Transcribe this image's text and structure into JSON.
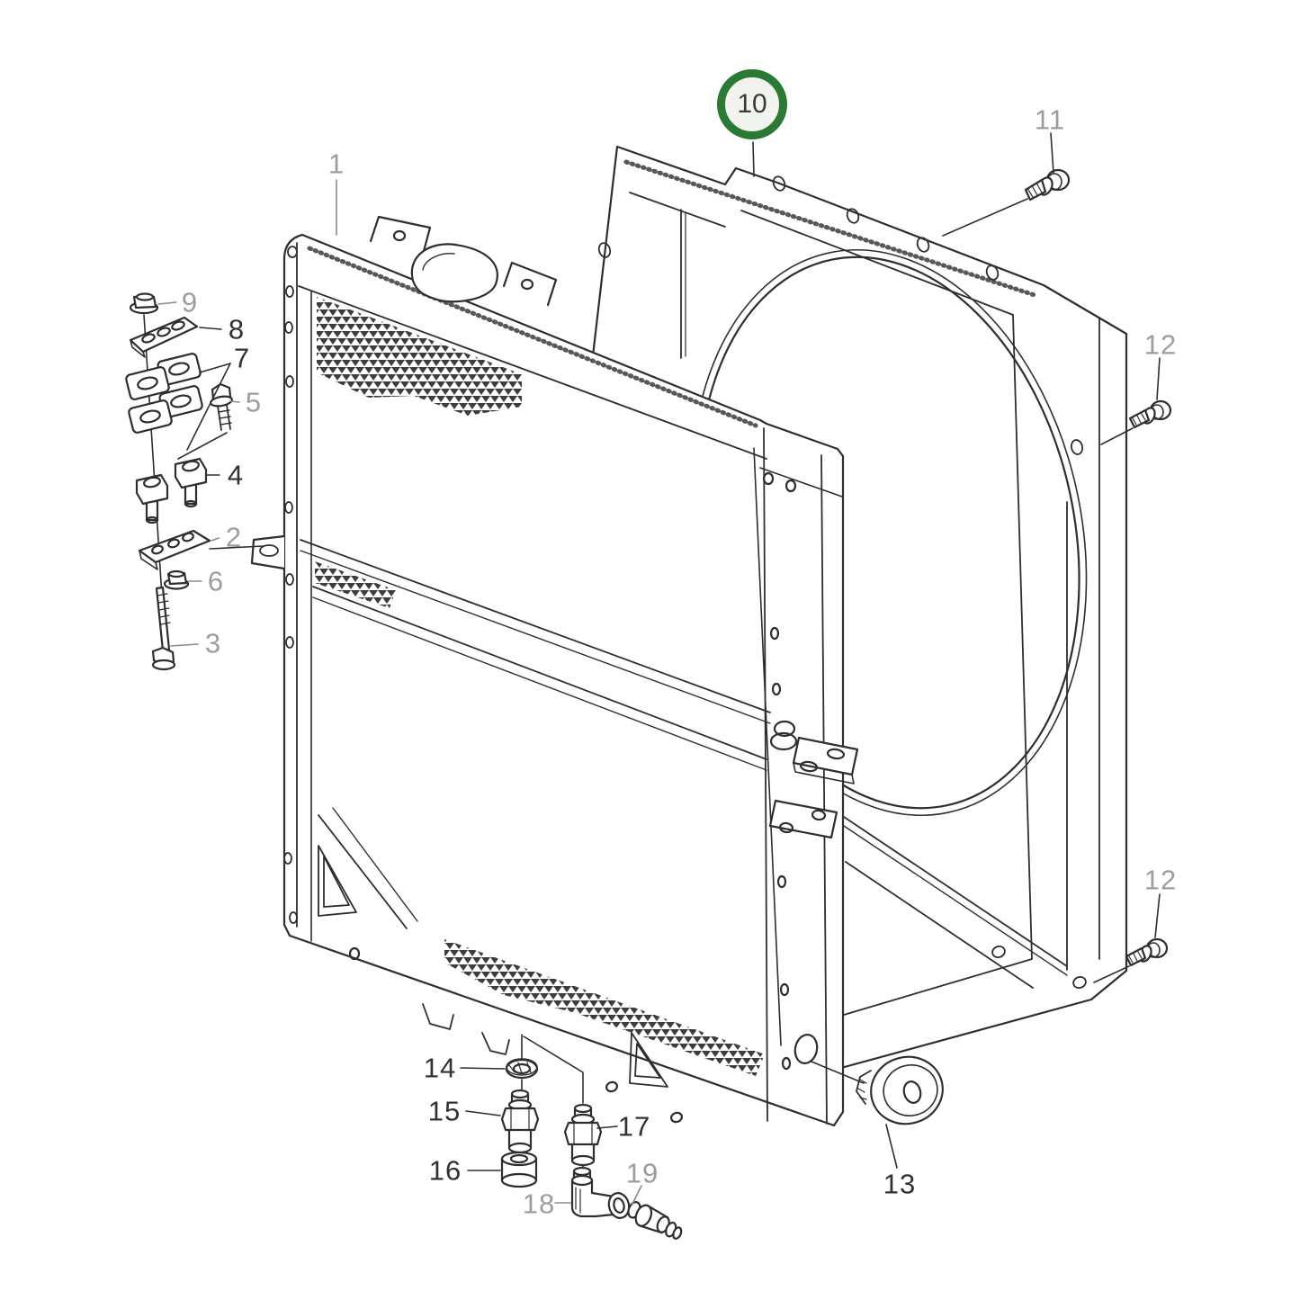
{
  "page": {
    "background_color": "#ffffff"
  },
  "diagram": {
    "line_color": "#2e2e2e",
    "label_gray_color": "#9d9d9d",
    "label_dark_color": "#323232",
    "highlight_ring_color": "#2b7a33",
    "highlight_fill_color": "#f1f4ee",
    "highlighted_callout": "10",
    "callouts": [
      {
        "label": "1",
        "tone": "gray",
        "highlighted": false
      },
      {
        "label": "9",
        "tone": "gray",
        "highlighted": false
      },
      {
        "label": "8",
        "tone": "dark",
        "highlighted": false
      },
      {
        "label": "7",
        "tone": "dark",
        "highlighted": false
      },
      {
        "label": "5",
        "tone": "gray",
        "highlighted": false
      },
      {
        "label": "4",
        "tone": "dark",
        "highlighted": false
      },
      {
        "label": "2",
        "tone": "gray",
        "highlighted": false
      },
      {
        "label": "6",
        "tone": "gray",
        "highlighted": false
      },
      {
        "label": "3",
        "tone": "gray",
        "highlighted": false
      },
      {
        "label": "10",
        "tone": "dark",
        "highlighted": true
      },
      {
        "label": "11",
        "tone": "gray",
        "highlighted": false
      },
      {
        "label": "12",
        "tone": "gray",
        "highlighted": false
      },
      {
        "label": "12",
        "tone": "gray",
        "highlighted": false
      },
      {
        "label": "13",
        "tone": "dark",
        "highlighted": false
      },
      {
        "label": "14",
        "tone": "dark",
        "highlighted": false
      },
      {
        "label": "15",
        "tone": "dark",
        "highlighted": false
      },
      {
        "label": "16",
        "tone": "dark",
        "highlighted": false
      },
      {
        "label": "17",
        "tone": "dark",
        "highlighted": false
      },
      {
        "label": "18",
        "tone": "gray",
        "highlighted": false
      },
      {
        "label": "19",
        "tone": "gray",
        "highlighted": false
      }
    ]
  }
}
